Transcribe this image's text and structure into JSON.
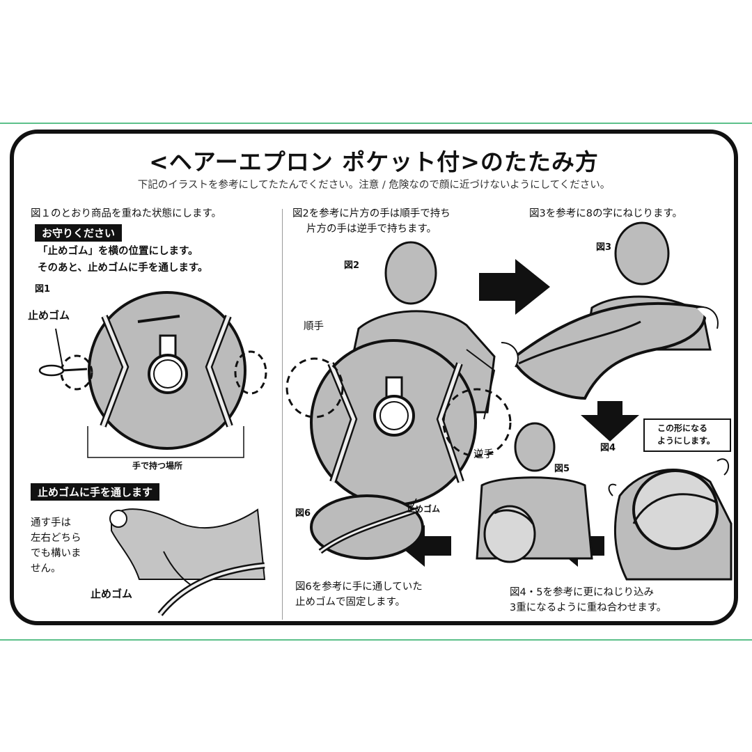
{
  "title": "<ヘアーエプロン ポケット付>のたたみ方",
  "subtitle": "下記のイラストを参考にしてたたんでください。注意 / 危険なので顔に近づけないようにしてください。",
  "step1": {
    "text": "図１のとおり商品を重ねた状態にします。",
    "badge": "お守りください",
    "note_line1": "「止めゴム」を横の位置にします。",
    "note_line2": "そのあと、止めゴムに手を通します。",
    "fig_label": "図1",
    "rubber_label": "止めゴム",
    "hold_label": "手で持つ場所"
  },
  "step1b": {
    "badge": "止めゴムに手を通します",
    "note": [
      "通す手は",
      "左右どちら",
      "でも構いま",
      "せん。"
    ],
    "rubber_label": "止めゴム"
  },
  "step2": {
    "text_line1": "図2を参考に片方の手は順手で持ち",
    "text_line2": "片方の手は逆手で持ちます。",
    "fig_label": "図2",
    "overhand_label": "順手",
    "underhand_label": "逆手"
  },
  "step3": {
    "text": "図3を参考に8の字にねじります。",
    "fig_label": "図3"
  },
  "step4": {
    "fig_label": "図4",
    "callout_line1": "この形になる",
    "callout_line2": "ようにします。"
  },
  "step5": {
    "fig_label": "図5",
    "text_line1": "図4・5を参考に更にねじり込み",
    "text_line2": "3重になるように重ね合わせます。"
  },
  "step6": {
    "fig_label": "図6",
    "rubber_label": "止めゴム",
    "text_line1": "図6を参考に手に通していた",
    "text_line2": "止めゴムで固定します。"
  }
}
